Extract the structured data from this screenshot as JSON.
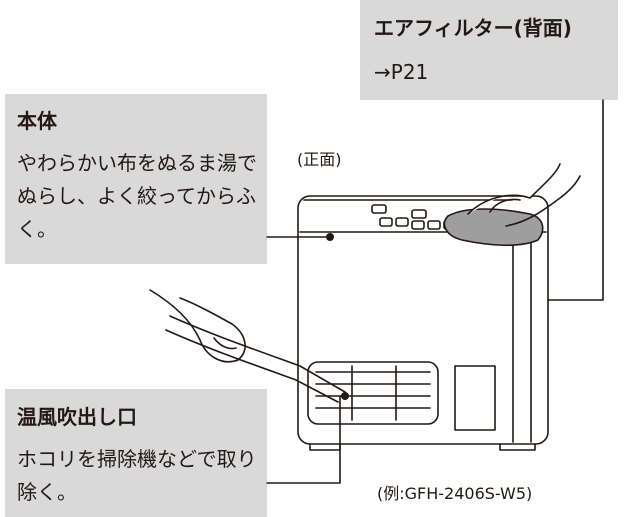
{
  "air_filter": {
    "title": "エアフィルター(背面)",
    "ref": "→P21"
  },
  "main_body": {
    "title": "本体",
    "text": "やわらかい布をぬるま湯でぬらし、よく絞ってからふく。"
  },
  "warm_air_outlet": {
    "title": "温風吹出し口",
    "text": "ホコリを掃除機などで取り除く。"
  },
  "view_label": "(正面)",
  "model_note": "(例:GFH-2406S-W5)"
}
